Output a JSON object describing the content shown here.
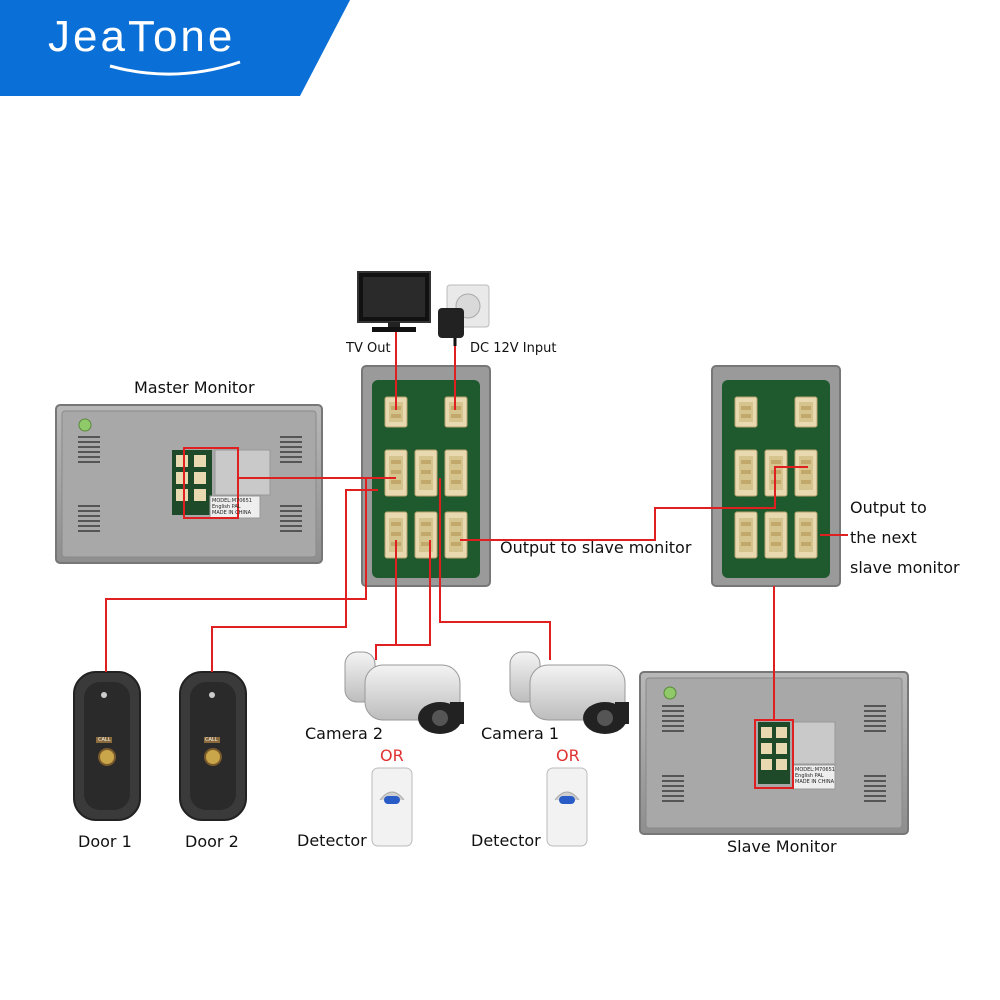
{
  "brand": {
    "name": "JeaTone",
    "color": "#0a6fd6"
  },
  "colors": {
    "wire": "#e02020",
    "board": "#1e5a2e",
    "housing": "#9a9a9a",
    "connector": "#e8d9b0"
  },
  "labels": {
    "tv_out": "TV Out",
    "dc_input": "DC 12V Input",
    "master_monitor": "Master Monitor",
    "output_to_slave": "Output to slave monitor",
    "output_next_1": "Output to",
    "output_next_2": "the next",
    "output_next_3": "slave monitor",
    "camera2": "Camera 2",
    "camera1": "Camera 1",
    "or": "OR",
    "detector": "Detector",
    "door1": "Door 1",
    "door2": "Door 2",
    "slave_monitor": "Slave Monitor"
  },
  "nameplate": {
    "line1": "MODEL:M70651",
    "line2": "English PAL",
    "line3": "MADE IN CHINA"
  },
  "panel_call": "CALL"
}
